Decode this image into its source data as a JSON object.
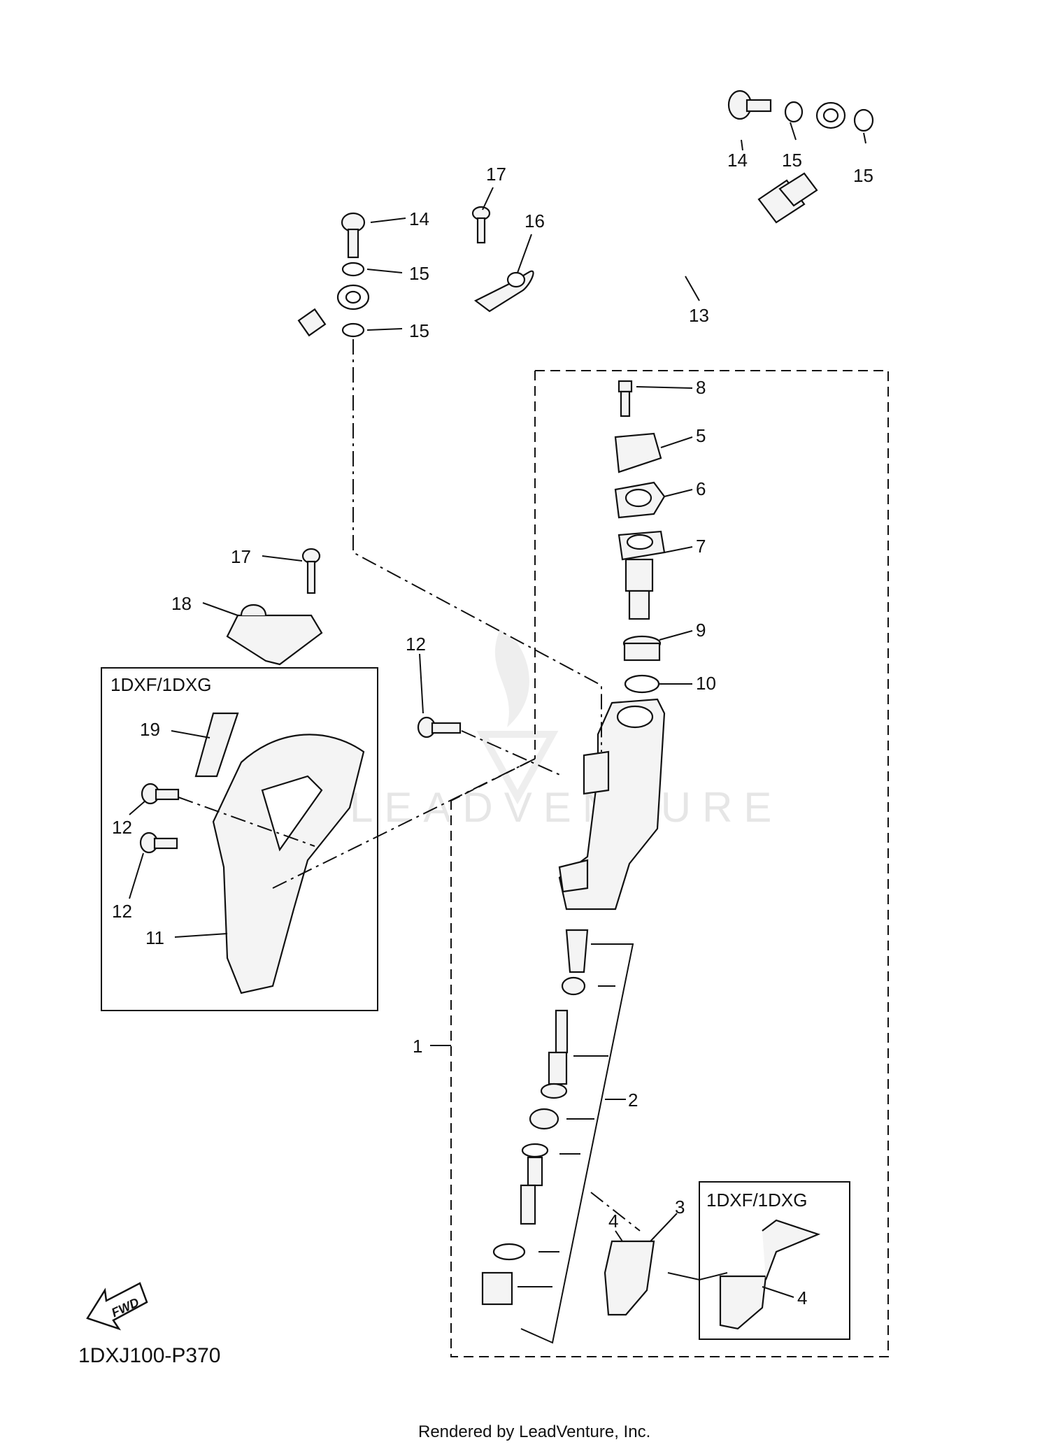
{
  "diagram": {
    "code": "1DXJ100-P370",
    "credit": "Rendered by LeadVenture, Inc.",
    "watermark": "LEADVENTURE",
    "variant_box_left_label": "1DXF/1DXG",
    "variant_box_right_label": "1DXF/1DXG",
    "fwd_label": "FWD",
    "callouts": [
      {
        "id": "1",
        "label": "1"
      },
      {
        "id": "2",
        "label": "2"
      },
      {
        "id": "3",
        "label": "3"
      },
      {
        "id": "4a",
        "label": "4"
      },
      {
        "id": "4b",
        "label": "4"
      },
      {
        "id": "5",
        "label": "5"
      },
      {
        "id": "6",
        "label": "6"
      },
      {
        "id": "7",
        "label": "7"
      },
      {
        "id": "8",
        "label": "8"
      },
      {
        "id": "9",
        "label": "9"
      },
      {
        "id": "10",
        "label": "10"
      },
      {
        "id": "11",
        "label": "11"
      },
      {
        "id": "12a",
        "label": "12"
      },
      {
        "id": "12b",
        "label": "12"
      },
      {
        "id": "12c",
        "label": "12"
      },
      {
        "id": "13",
        "label": "13"
      },
      {
        "id": "14a",
        "label": "14"
      },
      {
        "id": "14b",
        "label": "14"
      },
      {
        "id": "15a",
        "label": "15"
      },
      {
        "id": "15b",
        "label": "15"
      },
      {
        "id": "15c",
        "label": "15"
      },
      {
        "id": "15d",
        "label": "15"
      },
      {
        "id": "16",
        "label": "16"
      },
      {
        "id": "17a",
        "label": "17"
      },
      {
        "id": "17b",
        "label": "17"
      },
      {
        "id": "18",
        "label": "18"
      },
      {
        "id": "19",
        "label": "19"
      }
    ]
  }
}
